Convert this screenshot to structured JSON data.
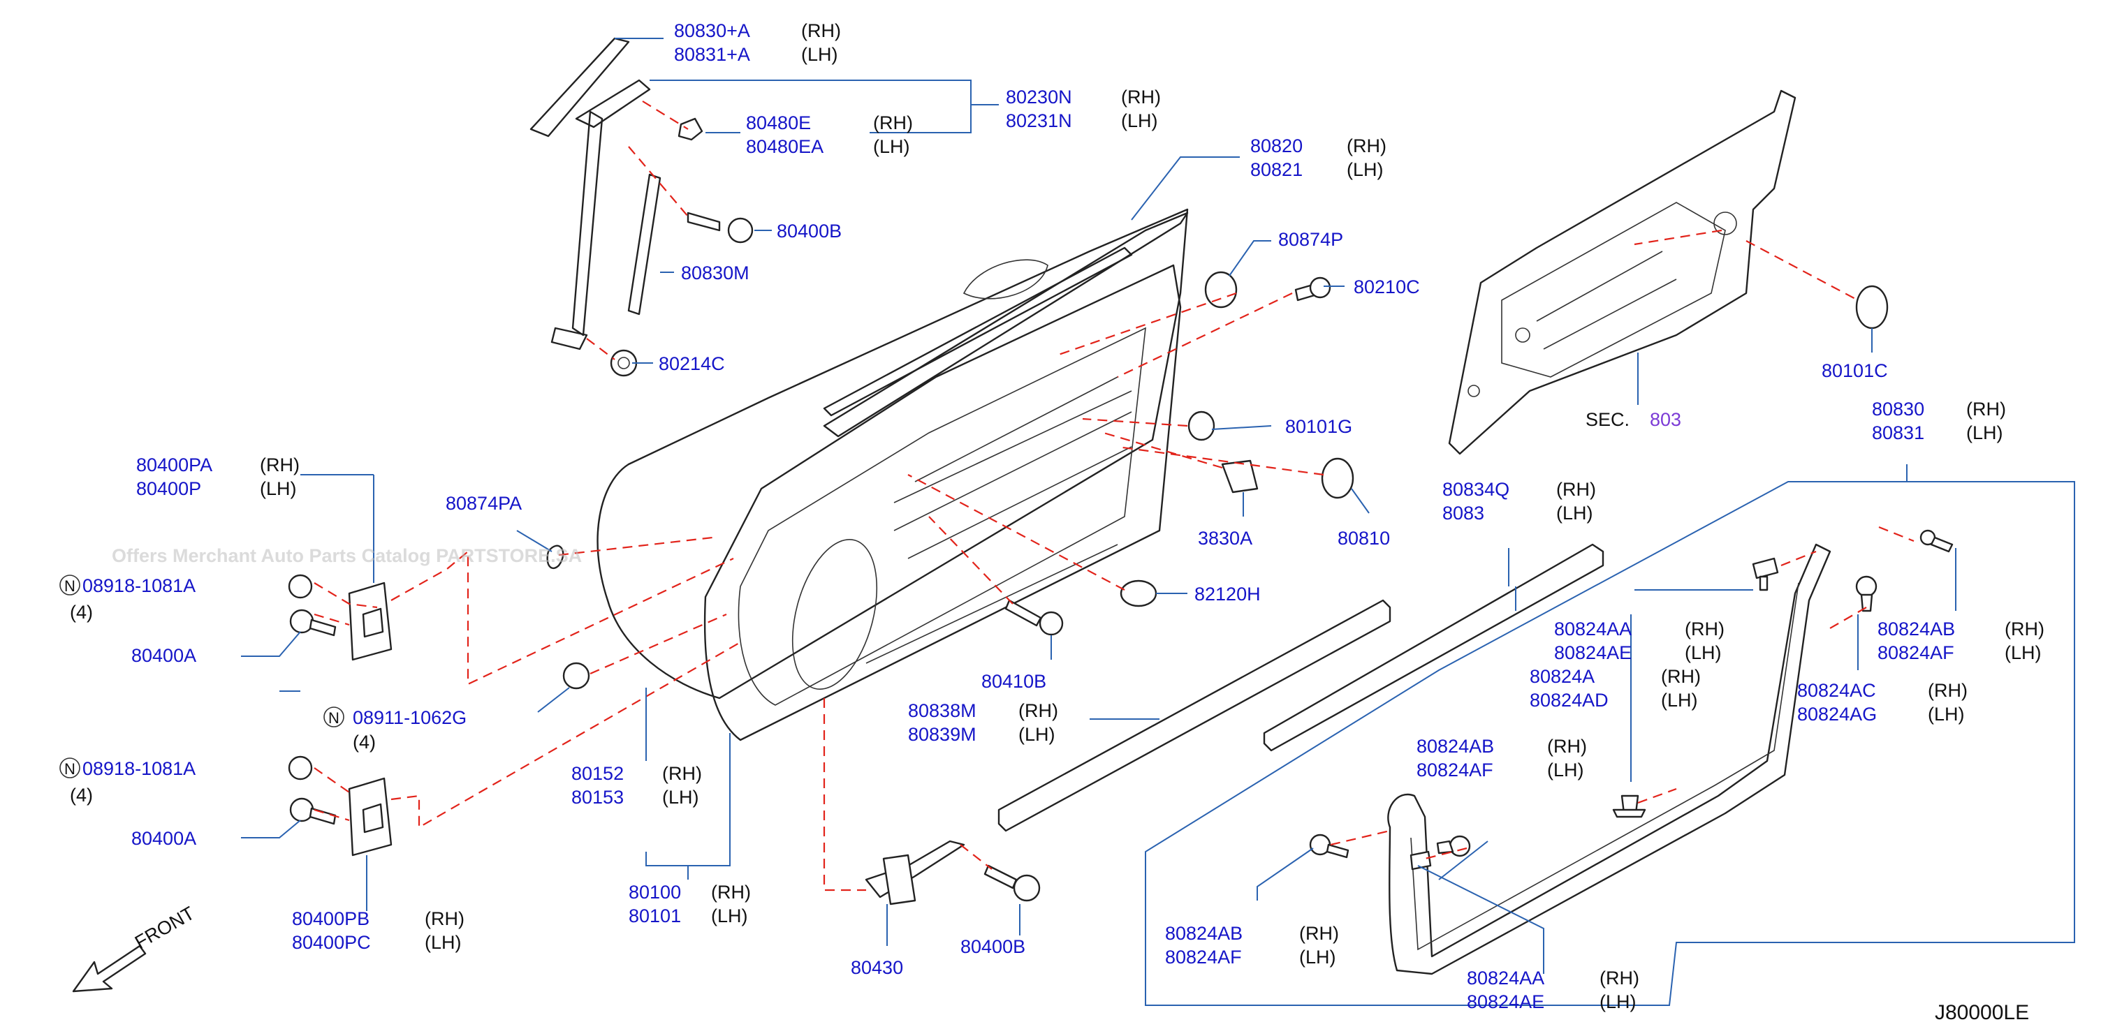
{
  "watermark": "Offers Merchant Auto Parts Catalog PARTSTORE.SA",
  "diagram_id": "J80000LE",
  "front_label": "FRONT",
  "sec_label": "SEC.",
  "sec_number": "803",
  "side_rh": "(RH)",
  "side_lh": "(LH)",
  "qty_4": "(4)",
  "callouts": {
    "p80830A": "80830+A",
    "p80831A": "80831+A",
    "p80230N": "80230N",
    "p80231N": "80231N",
    "p80480E": "80480E",
    "p80480EA": "80480EA",
    "p80400B_top": "80400B",
    "p80830M": "80830M",
    "p80214C": "80214C",
    "p80820": "80820",
    "p80821": "80821",
    "p80874P": "80874P",
    "p80210C": "80210C",
    "p80101C": "80101C",
    "p80101G": "80101G",
    "p80834Q": "80834Q",
    "p80835Q_partial": "8083",
    "p80830": "80830",
    "p80831": "80831",
    "p80400PA": "80400PA",
    "p80400P": "80400P",
    "p80874PA": "80874PA",
    "n08918_top": "08918-1081A",
    "p80400A_top": "80400A",
    "p80830A_partial": "3830A",
    "p80810_partial": "80810",
    "p82120H": "82120H",
    "p80410B": "80410B",
    "n08911": "08911-1062G",
    "n08918_bot": "08918-1081A",
    "p80400A_bot": "80400A",
    "p80152": "80152",
    "p80153": "80153",
    "p80838M": "80838M",
    "p80839M": "80839M",
    "p80400PB": "80400PB",
    "p80400PC": "80400PC",
    "p80100": "80100",
    "p80101": "80101",
    "p80430": "80430",
    "p80400B_bot": "80400B",
    "p80824AA_1": "80824AA",
    "p80824AE_1": "80824AE",
    "p80824A": "80824A",
    "p80824AD": "80824AD",
    "p80824AB_1": "80824AB",
    "p80824AF_1": "80824AF",
    "p80824AC": "80824AC",
    "p80824AG": "80824AG",
    "p80824AB_2": "80824AB",
    "p80824AF_2": "80824AF",
    "p80824AB_3": "80824AB",
    "p80824AF_3": "80824AF",
    "p80824AA_2": "80824AA",
    "p80824AE_2": "80824AE"
  },
  "colors": {
    "part_number": "#1515c8",
    "leader_line": "#2a62b0",
    "dashed_link": "#e2231a",
    "section_ref": "#7b3bd6",
    "watermark": "#bdbdbd"
  },
  "icons": [
    "front-arrow-icon",
    "circle-n-icon"
  ]
}
